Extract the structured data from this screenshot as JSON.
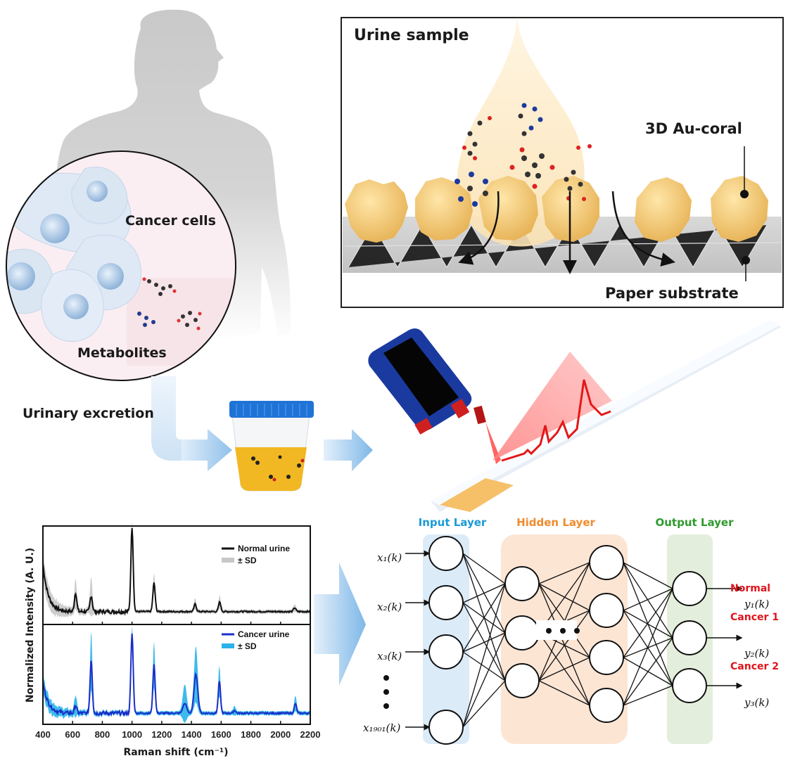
{
  "figure": {
    "body_panel": {
      "cancer_cells_label": "Cancer cells",
      "metabolites_label": "Metabolites",
      "urinary_excretion_label": "Urinary excretion"
    },
    "sensor_panel": {
      "title": "Urine sample",
      "au_coral_label": "3D Au-coral",
      "paper_label": "Paper substrate"
    },
    "network": {
      "input_layer_label": "Input Layer",
      "hidden_layer_label": "Hidden Layer",
      "output_layer_label": "Output Layer",
      "inputs": [
        "x₁(k)",
        "x₂(k)",
        "x₃(k)",
        "x₁₉₀₁(k)"
      ],
      "outputs": [
        "y₁(k)",
        "y₂(k)",
        "y₃(k)"
      ],
      "classes": [
        "Normal",
        "Cancer 1",
        "Cancer 2"
      ],
      "colors": {
        "input": "#1a9ad6",
        "hidden": "#f08a2c",
        "output": "#2e9a2e",
        "class": "#e0141b"
      }
    }
  },
  "chart_data": {
    "type": "line",
    "xlabel": "Raman shift (cm⁻¹)",
    "ylabel": "Normalized Intensity (A. U.)",
    "xlim": [
      400,
      2200
    ],
    "x_ticks": [
      "400",
      "600",
      "800",
      "1000",
      "1200",
      "1400",
      "1600",
      "1800",
      "2000",
      "2200"
    ],
    "grid": false,
    "panels": [
      {
        "name": "normal",
        "legend": [
          "Normal urine",
          "± SD"
        ],
        "legend_position": "top-right",
        "line_color": "#111111",
        "band_color": "#c8c8c8",
        "baseline": 0.12,
        "start_value": 0.62,
        "peaks": [
          {
            "x": 620,
            "height": 0.2,
            "sd": 0.12
          },
          {
            "x": 725,
            "height": 0.17,
            "sd": 0.18
          },
          {
            "x": 1000,
            "height": 0.88,
            "sd": 0.05
          },
          {
            "x": 1148,
            "height": 0.3,
            "sd": 0.08
          },
          {
            "x": 1425,
            "height": 0.08,
            "sd": 0.04
          },
          {
            "x": 1590,
            "height": 0.1,
            "sd": 0.05
          },
          {
            "x": 2095,
            "height": 0.04,
            "sd": 0.02
          }
        ]
      },
      {
        "name": "cancer",
        "legend": [
          "Cancer urine",
          "± SD"
        ],
        "legend_position": "top-right",
        "line_color": "#1a2fc8",
        "band_color": "#29b3ea",
        "baseline": 0.1,
        "start_value": 0.42,
        "peaks": [
          {
            "x": 620,
            "height": 0.08,
            "sd": 0.08
          },
          {
            "x": 725,
            "height": 0.55,
            "sd": 0.28
          },
          {
            "x": 1000,
            "height": 0.82,
            "sd": 0.06
          },
          {
            "x": 1148,
            "height": 0.5,
            "sd": 0.22
          },
          {
            "x": 1355,
            "height": 0.1,
            "sd": 0.18
          },
          {
            "x": 1430,
            "height": 0.4,
            "sd": 0.27
          },
          {
            "x": 1588,
            "height": 0.33,
            "sd": 0.14
          },
          {
            "x": 1690,
            "height": 0.03,
            "sd": 0.03
          },
          {
            "x": 2100,
            "height": 0.1,
            "sd": 0.06
          }
        ]
      }
    ]
  }
}
